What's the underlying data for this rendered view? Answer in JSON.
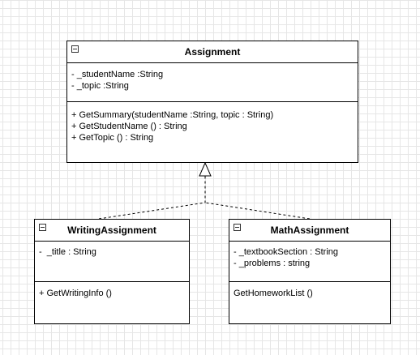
{
  "diagram": {
    "classes": {
      "assignment": {
        "name": "Assignment",
        "attributes": [
          "- _studentName :String",
          "- _topic :String"
        ],
        "operations": [
          "+ GetSummary(studentName :String, topic : String)",
          "+ GetStudentName () : String",
          "+ GetTopic () : String"
        ]
      },
      "writing": {
        "name": "WritingAssignment",
        "attributes": [
          "-  _title : String"
        ],
        "operations": [
          "+ GetWritingInfo ()"
        ]
      },
      "math": {
        "name": "MathAssignment",
        "attributes": [
          "- _textbookSection : String",
          "- _problems : string"
        ],
        "operations": [
          "GetHomeworkList ()"
        ]
      }
    },
    "relationships": [
      {
        "type": "realization",
        "from": "WritingAssignment",
        "to": "Assignment"
      },
      {
        "type": "realization",
        "from": "MathAssignment",
        "to": "Assignment"
      }
    ]
  }
}
